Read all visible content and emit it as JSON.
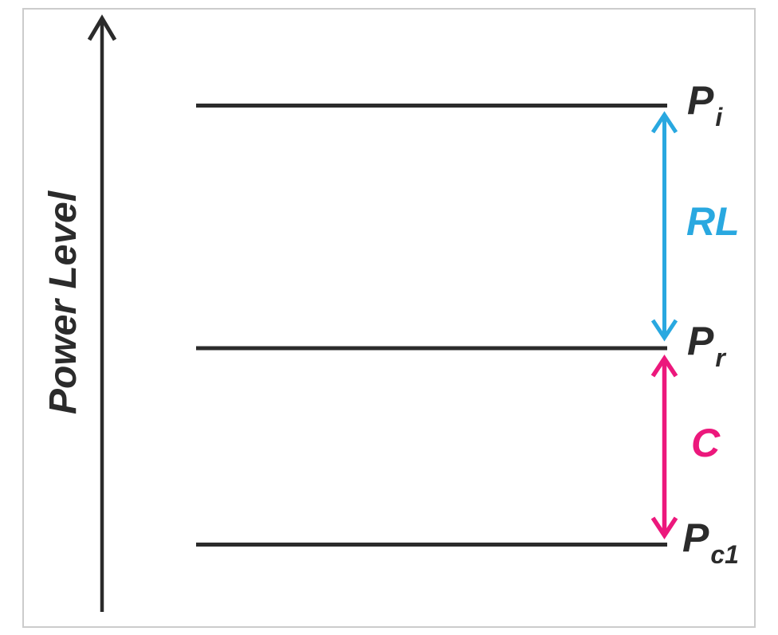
{
  "axis": {
    "label": "Power Level",
    "color": "#2b2b2b"
  },
  "levels": [
    {
      "name": "incident-power",
      "base": "P",
      "sub": "i"
    },
    {
      "name": "reflected-power",
      "base": "P",
      "sub": "r"
    },
    {
      "name": "coupled-power",
      "base": "P",
      "sub": "c1"
    }
  ],
  "spans": [
    {
      "name": "return-loss",
      "label": "RL",
      "color": "#29a8e0",
      "between": [
        "Pi",
        "Pr"
      ]
    },
    {
      "name": "coupling",
      "label": "C",
      "color": "#ec187c",
      "between": [
        "Pr",
        "Pc1"
      ]
    }
  ],
  "colors": {
    "ink": "#2b2b2b",
    "return_loss_arrow": "#29a8e0",
    "coupling_arrow": "#ec187c",
    "frame_border": "#cccccc",
    "background": "#ffffff"
  }
}
